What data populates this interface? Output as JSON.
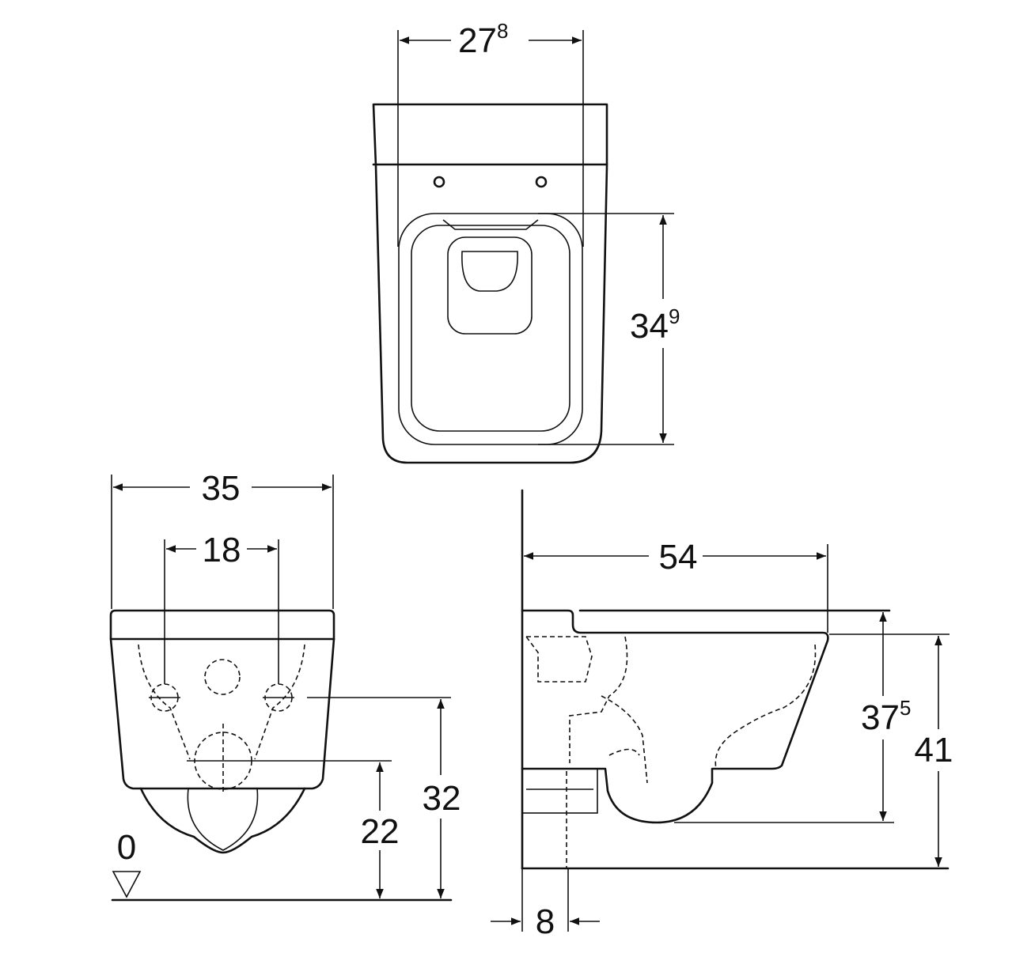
{
  "dimensions": {
    "top_width": {
      "main": "27",
      "sup": "8"
    },
    "top_depth": {
      "main": "34",
      "sup": "9"
    },
    "front_width": "35",
    "fix_spacing": "18",
    "front_height_upper": "32",
    "front_height_lower": "22",
    "floor_level": "0",
    "side_length": "54",
    "side_height_rim": {
      "main": "37",
      "sup": "5"
    },
    "side_height_total": "41",
    "wall_offset": "8"
  }
}
